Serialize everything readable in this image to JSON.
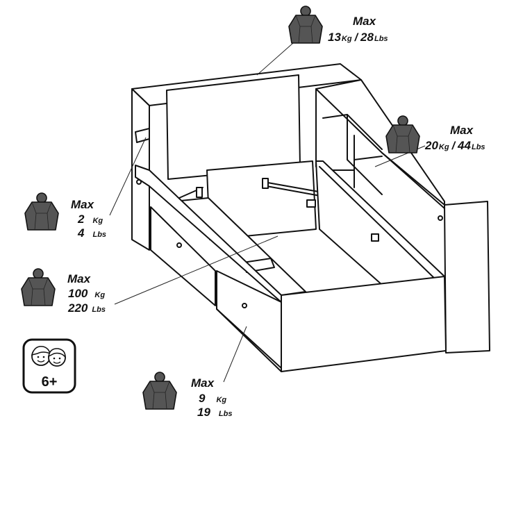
{
  "weights": {
    "top": {
      "max": "Max",
      "kg": "13",
      "kg_unit": "Kg",
      "sep": "/",
      "lbs": "28",
      "lbs_unit": "Lbs"
    },
    "right": {
      "max": "Max",
      "kg": "20",
      "kg_unit": "Kg",
      "sep": "/",
      "lbs": "44",
      "lbs_unit": "Lbs"
    },
    "shelf": {
      "max": "Max",
      "kg": "2",
      "kg_unit": "Kg",
      "lbs": "4",
      "lbs_unit": "Lbs"
    },
    "bed": {
      "max": "Max",
      "kg": "100",
      "kg_unit": "Kg",
      "lbs": "220",
      "lbs_unit": "Lbs"
    },
    "drawer": {
      "max": "Max",
      "kg": "9",
      "kg_unit": "Kg",
      "lbs": "19",
      "lbs_unit": "Lbs"
    }
  },
  "age_badge": {
    "text": "6+",
    "icon": "children-faces-icon"
  },
  "colors": {
    "weight_fill": "#555555",
    "line": "#111111"
  }
}
